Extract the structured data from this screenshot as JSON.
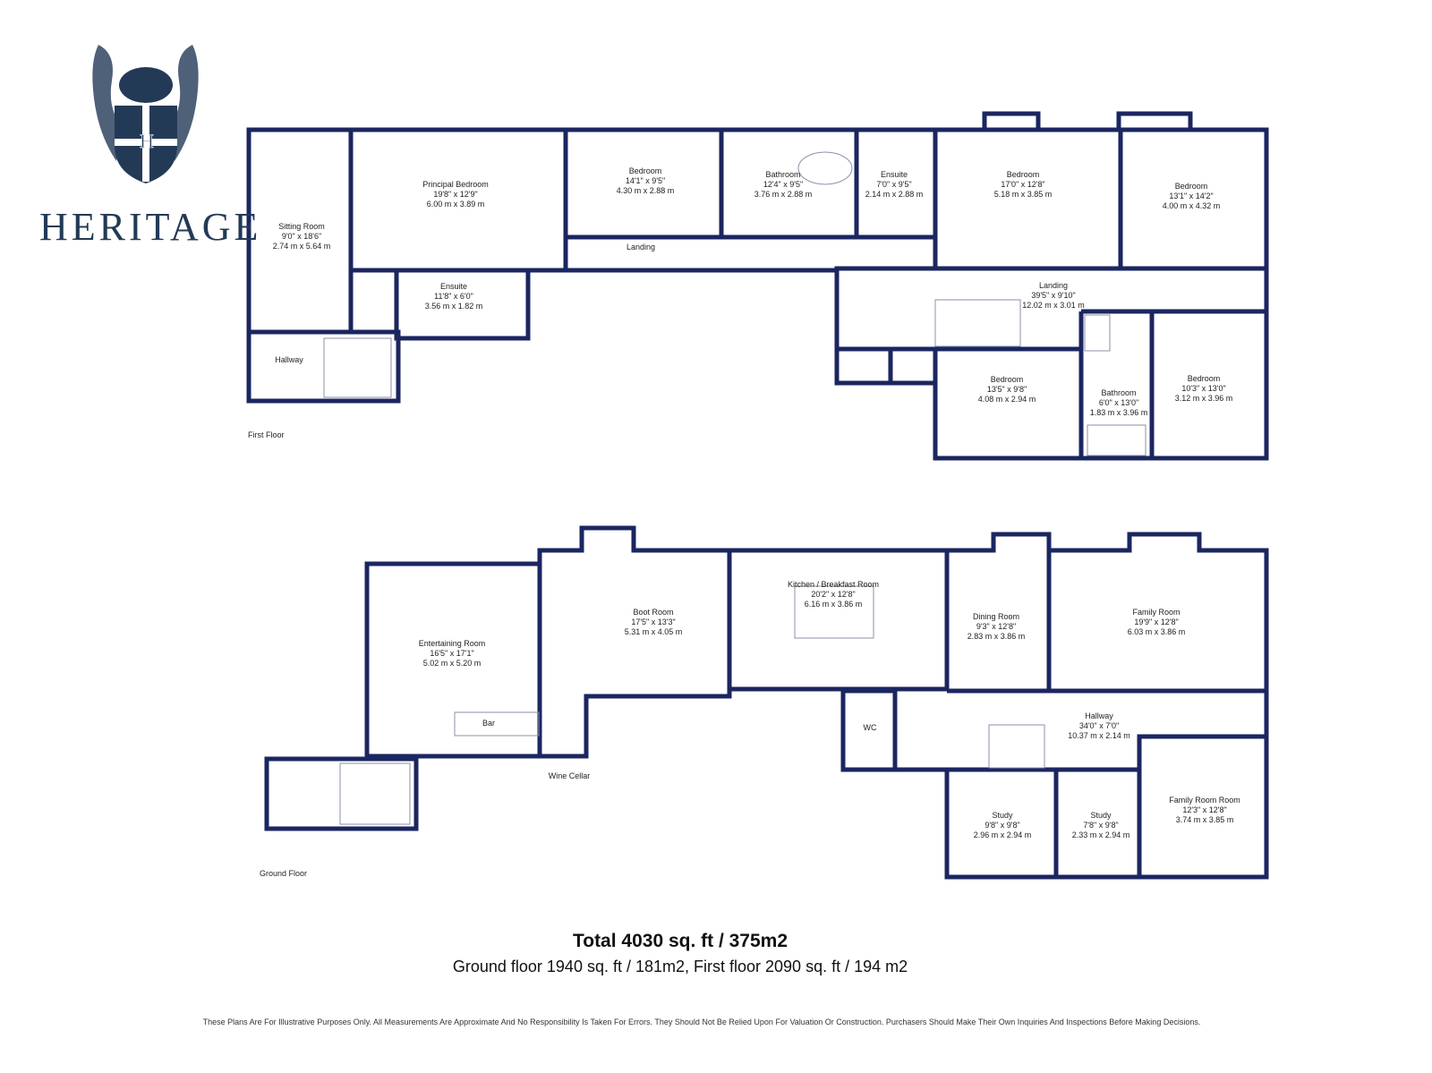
{
  "brand": {
    "name": "HERITAGE",
    "logo": "heritage-crest-icon",
    "color": "#233a57"
  },
  "wall_color": "#1b2660",
  "first_floor": {
    "label": "First Floor",
    "rooms": [
      {
        "name": "Sitting Room",
        "imperial": "9'0\" x 18'6\"",
        "metric": "2.74 m x 5.64 m"
      },
      {
        "name": "Principal Bedroom",
        "imperial": "19'8\" x 12'9\"",
        "metric": "6.00 m x 3.89 m"
      },
      {
        "name": "Bedroom",
        "imperial": "14'1\" x 9'5\"",
        "metric": "4.30 m x 2.88 m"
      },
      {
        "name": "Bathroom",
        "imperial": "12'4\" x 9'5\"",
        "metric": "3.76 m x 2.88 m"
      },
      {
        "name": "Ensuite",
        "imperial": "7'0\" x 9'5\"",
        "metric": "2.14 m x 2.88 m"
      },
      {
        "name": "Bedroom",
        "imperial": "17'0\" x 12'8\"",
        "metric": "5.18 m x 3.85 m"
      },
      {
        "name": "Bedroom",
        "imperial": "13'1\" x 14'2\"",
        "metric": "4.00 m x 4.32 m"
      },
      {
        "name": "Landing"
      },
      {
        "name": "Ensuite",
        "imperial": "11'8\" x 6'0\"",
        "metric": "3.56 m x 1.82 m"
      },
      {
        "name": "Landing",
        "imperial": "39'5\" x 9'10\"",
        "metric": "12.02 m x 3.01 m"
      },
      {
        "name": "Hallway"
      },
      {
        "name": "Bedroom",
        "imperial": "13'5\" x 9'8\"",
        "metric": "4.08 m x 2.94 m"
      },
      {
        "name": "Bathroom",
        "imperial": "6'0\" x 13'0\"",
        "metric": "1.83 m x 3.96 m"
      },
      {
        "name": "Bedroom",
        "imperial": "10'3\" x 13'0\"",
        "metric": "3.12 m x 3.96 m"
      }
    ]
  },
  "ground_floor": {
    "label": "Ground Floor",
    "rooms": [
      {
        "name": "Entertaining Room",
        "imperial": "16'5\" x 17'1\"",
        "metric": "5.02 m x 5.20 m"
      },
      {
        "name": "Boot Room",
        "imperial": "17'5\" x 13'3\"",
        "metric": "5.31 m x 4.05 m"
      },
      {
        "name": "Kitchen / Breakfast Room",
        "imperial": "20'2\" x 12'8\"",
        "metric": "6.16 m x 3.86 m"
      },
      {
        "name": "Dining Room",
        "imperial": "9'3\" x 12'8\"",
        "metric": "2.83 m x 3.86 m"
      },
      {
        "name": "Family Room",
        "imperial": "19'9\" x 12'8\"",
        "metric": "6.03 m x 3.86 m"
      },
      {
        "name": "Bar"
      },
      {
        "name": "Hallway",
        "imperial": "34'0\" x 7'0\"",
        "metric": "10.37 m x 2.14 m"
      },
      {
        "name": "WC"
      },
      {
        "name": "Wine Cellar"
      },
      {
        "name": "Study",
        "imperial": "9'8\" x 9'8\"",
        "metric": "2.96 m x 2.94 m"
      },
      {
        "name": "Study",
        "imperial": "7'8\" x 9'8\"",
        "metric": "2.33 m x 2.94 m"
      },
      {
        "name": "Family Room Room",
        "imperial": "12'3\" x 12'8\"",
        "metric": "3.74 m x 3.85 m"
      }
    ]
  },
  "summary": {
    "total": "Total 4030 sq. ft / 375m2",
    "breakdown": "Ground floor 1940 sq. ft / 181m2, First floor 2090 sq. ft / 194 m2"
  },
  "disclaimer": "These Plans Are For Illustrative Purposes Only. All Measurements Are Approximate And No Responsibility Is Taken For Errors. They Should Not Be Relied Upon For Valuation Or Construction. Purchasers Should Make Their Own Inquiries And Inspections Before Making Decisions."
}
